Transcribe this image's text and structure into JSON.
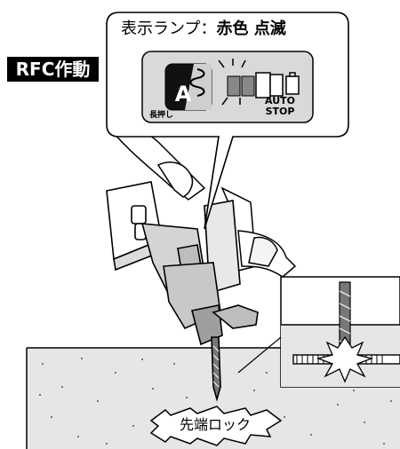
{
  "badge": {
    "label": "RFC作動"
  },
  "callout": {
    "title_prefix": "表示ランプ：",
    "title_emphasis": "赤色 点滅",
    "mode_letter": "A",
    "long_press_label": "長押し",
    "auto_stop_line1": "AUTO",
    "auto_stop_line2": "STOP"
  },
  "burst": {
    "label": "先端ロック"
  },
  "icons": {
    "drill": "hammer-drill-icon",
    "drill_bit_mode": "drill-bit-spiral-icon",
    "battery": "battery-icon",
    "rebar": "rebar-icon"
  },
  "colors": {
    "ink": "#000000",
    "concrete": "#e6e6e6",
    "panel": "#d9d9d9",
    "badge_bg": "#000000",
    "badge_fg": "#ffffff"
  }
}
